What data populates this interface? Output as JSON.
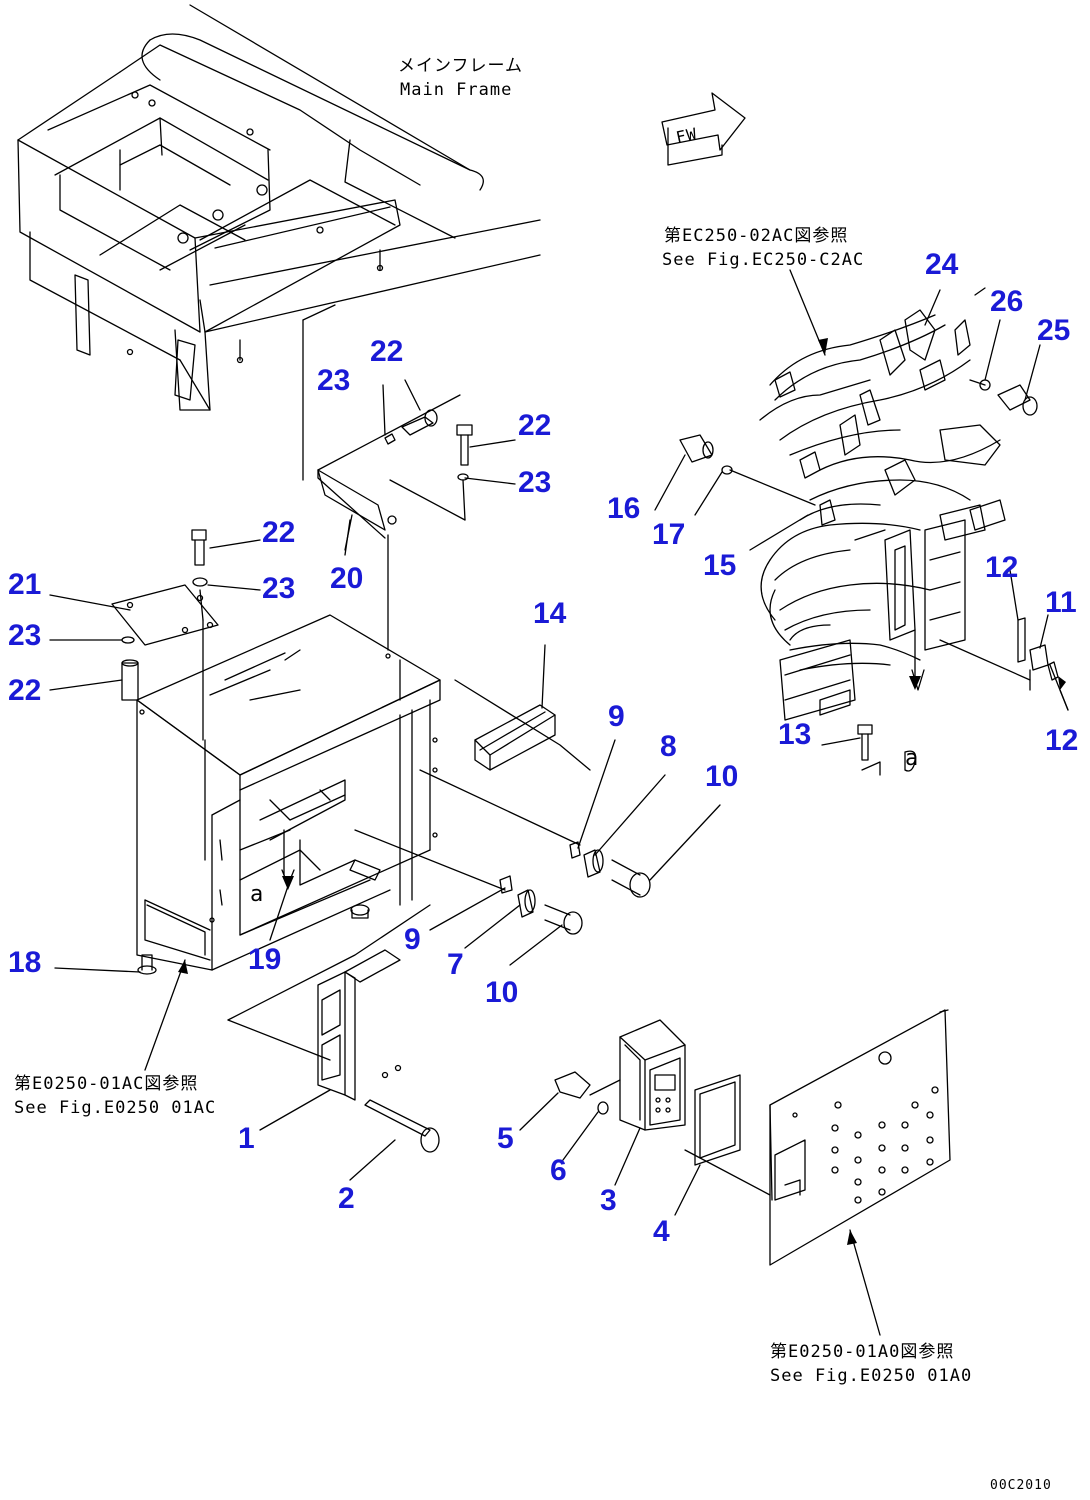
{
  "colors": {
    "callout": "#1a1ad6",
    "line": "#000000",
    "background": "#ffffff"
  },
  "notes": {
    "main_frame_jp": "メインフレーム",
    "main_frame_en": "Main Frame",
    "fw": "FW",
    "ref_top_jp": "第EC250-02AC図参照",
    "ref_top_en": "See Fig.EC250-C2AC",
    "ref_left_jp": "第E0250-01AC図参照",
    "ref_left_en": "See Fig.E0250 01AC",
    "ref_bottom_jp": "第E0250-01A0図参照",
    "ref_bottom_en": "See Fig.E0250 01A0",
    "marker_a_box": "a",
    "marker_a_harness": "a",
    "drawing_code": "00C2010"
  },
  "callouts": [
    {
      "id": "c1",
      "text": "1"
    },
    {
      "id": "c2",
      "text": "2"
    },
    {
      "id": "c3",
      "text": "3"
    },
    {
      "id": "c4",
      "text": "4"
    },
    {
      "id": "c5",
      "text": "5"
    },
    {
      "id": "c6",
      "text": "6"
    },
    {
      "id": "c7",
      "text": "7"
    },
    {
      "id": "c8",
      "text": "8"
    },
    {
      "id": "c9a",
      "text": "9"
    },
    {
      "id": "c9b",
      "text": "9"
    },
    {
      "id": "c10a",
      "text": "10"
    },
    {
      "id": "c10b",
      "text": "10"
    },
    {
      "id": "c11",
      "text": "11"
    },
    {
      "id": "c12a",
      "text": "12"
    },
    {
      "id": "c12b",
      "text": "12"
    },
    {
      "id": "c13",
      "text": "13"
    },
    {
      "id": "c14",
      "text": "14"
    },
    {
      "id": "c15",
      "text": "15"
    },
    {
      "id": "c16",
      "text": "16"
    },
    {
      "id": "c17",
      "text": "17"
    },
    {
      "id": "c18",
      "text": "18"
    },
    {
      "id": "c19",
      "text": "19"
    },
    {
      "id": "c20",
      "text": "20"
    },
    {
      "id": "c21",
      "text": "21"
    },
    {
      "id": "c22a",
      "text": "22"
    },
    {
      "id": "c22b",
      "text": "22"
    },
    {
      "id": "c22c",
      "text": "22"
    },
    {
      "id": "c22d",
      "text": "22"
    },
    {
      "id": "c23a",
      "text": "23"
    },
    {
      "id": "c23b",
      "text": "23"
    },
    {
      "id": "c23c",
      "text": "23"
    },
    {
      "id": "c23d",
      "text": "23"
    },
    {
      "id": "c24",
      "text": "24"
    },
    {
      "id": "c25",
      "text": "25"
    },
    {
      "id": "c26",
      "text": "26"
    }
  ]
}
